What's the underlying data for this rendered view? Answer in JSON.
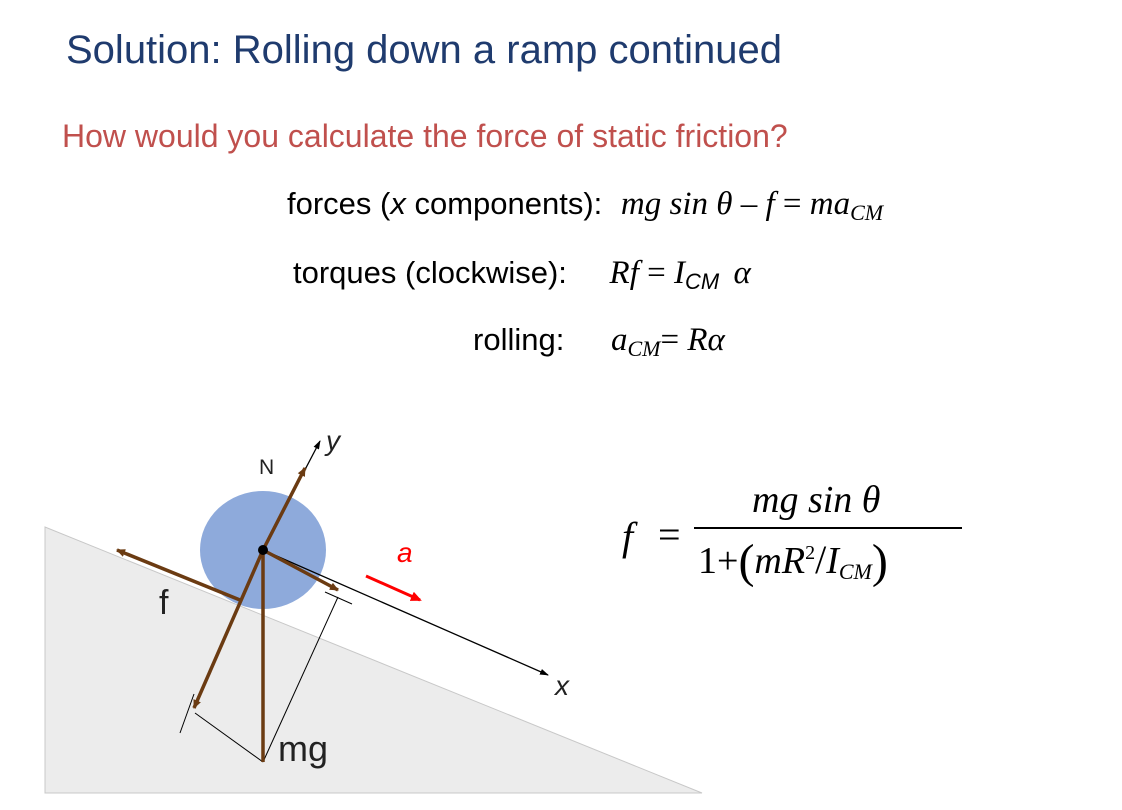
{
  "slide": {
    "title": "Solution: Rolling down a ramp continued",
    "question": "How would you calculate the force of static friction?"
  },
  "equations": {
    "forces": {
      "label": "forces (",
      "x_var": "x",
      "label_end": " components):",
      "lhs": "mg sin θ – f",
      "eq": " = ",
      "rhs": "ma",
      "rhs_sub": "CM"
    },
    "torques": {
      "label": "torques (clockwise):",
      "lhs": "Rf",
      "eq": " = ",
      "rhs": "I",
      "rhs_sub": "CM",
      "alpha": "α"
    },
    "rolling": {
      "label": "rolling:",
      "lhs": "a",
      "lhs_sub": "CM",
      "eq": "= ",
      "rhs": "Rα"
    }
  },
  "diagram": {
    "labels": {
      "N": "N",
      "y": "y",
      "a": "a",
      "f": "f",
      "x": "x",
      "mg": "mg"
    },
    "colors": {
      "ramp": "#ececec",
      "ball": "#8eaadb",
      "force_arrow": "#6b3b12",
      "accel_arrow": "#ff0000",
      "axis": "#000000"
    }
  },
  "result": {
    "f": "f",
    "eq": "=",
    "numerator": "mg sin θ",
    "den_one": "1+",
    "den_m": "mR",
    "den_exp": "2",
    "den_slash": "/",
    "den_I": "I",
    "den_sub": "CM"
  }
}
